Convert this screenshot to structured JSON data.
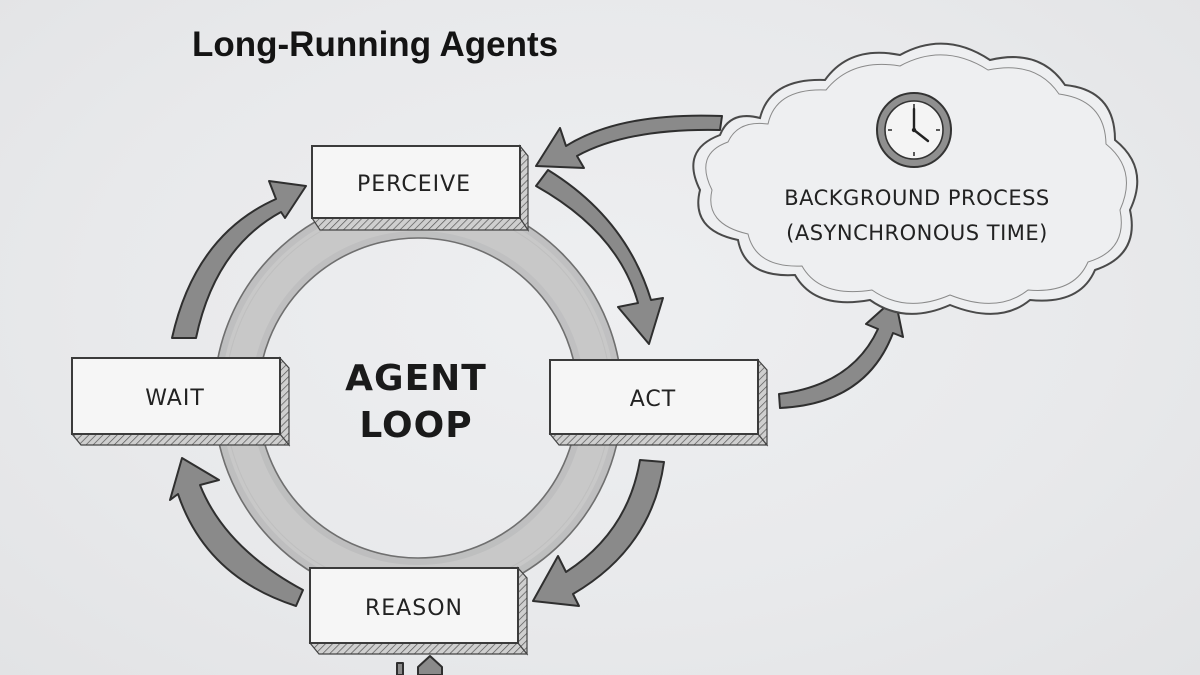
{
  "title": "Long-Running Agents",
  "loop": {
    "center_line1": "AGENT",
    "center_line2": "LOOP",
    "stages": {
      "perceive": "PERCEIVE",
      "act": "ACT",
      "reason": "REASON",
      "wait": "WAIT"
    }
  },
  "cloud": {
    "line1": "BACKGROUND PROCESS",
    "line2": "(ASYNCHRONOUS TIME)",
    "icon": "clock-icon"
  },
  "colors": {
    "background": "#e9eaec",
    "ink": "#222222",
    "arrow_fill": "#8a8a8a",
    "ring": "#b9b9b9"
  }
}
